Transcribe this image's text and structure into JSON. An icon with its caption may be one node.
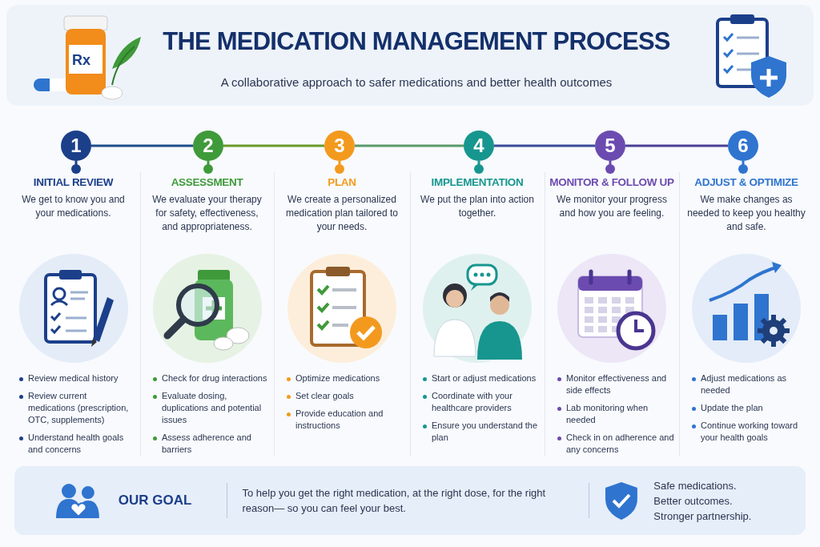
{
  "diagram": {
    "title": "THE MEDICATION MANAGEMENT PROCESS",
    "nodes": [
      {
        "text": [
          "1"
        ]
      },
      {
        "text": [
          "2"
        ]
      },
      {
        "text": [
          "3"
        ]
      },
      {
        "text": [
          "4"
        ]
      },
      {
        "text": [
          "5"
        ]
      },
      {
        "text": [
          "6"
        ]
      },
      {
        "text": [
          "INITIAL REVIEW",
          "We get to know you and your medications.",
          "Review medical history",
          "Review current medications (prescription, OTC, supplements)",
          "Understand health goals and concerns"
        ]
      },
      {
        "text": [
          "ASSESSMENT",
          "We evaluate your therapy for safety, effectiveness, and appropriateness.",
          "Check for drug interactions",
          "Evaluate dosing, duplications and potential issues",
          "Assess adherence and barriers"
        ]
      },
      {
        "text": [
          "PLAN",
          "We create a personalized medication plan tailored to your needs.",
          "Optimize medications",
          "Set clear goals",
          "Provide education and instructions"
        ]
      },
      {
        "text": [
          "IMPLEMENTATION",
          "We put the plan into action together.",
          "Start or adjust medications",
          "Coordinate with your healthcare providers",
          "Ensure you understand the plan"
        ]
      },
      {
        "text": [
          "MONITOR & FOLLOW UP",
          "We monitor your progress and how you are feeling.",
          "Monitor effectiveness and side effects",
          "Lab monitoring when needed",
          "Check in on adherence and any concerns"
        ]
      },
      {
        "text": [
          "ADJUST & OPTIMIZE",
          "We make changes as needed to keep you healthy and safe.",
          "Adjust medications as needed",
          "Update the plan",
          "Continue working toward your health goals"
        ]
      },
      {
        "text": [
          "OUR GOAL",
          "To help you get the right medication, at the right dose, for the right reason— so you can feel your best.",
          "Safe medications. Better outcomes. Stronger partnership."
        ]
      }
    ],
    "edges": [
      {
        "from": 0,
        "to": 1,
        "arrow": "none",
        "color": "#1f4e8c"
      },
      {
        "from": 1,
        "to": 2,
        "arrow": "none",
        "color": "#6a9a2a"
      },
      {
        "from": 2,
        "to": 3,
        "arrow": "none",
        "color": "#5a9a6a"
      },
      {
        "from": 3,
        "to": 4,
        "arrow": "none",
        "color": "#3b4a9a"
      },
      {
        "from": 4,
        "to": 5,
        "arrow": "none",
        "color": "#4a3f96"
      },
      {
        "from": 0,
        "to": 6,
        "arrow": "other",
        "color": "#1c3f8a"
      },
      {
        "from": 1,
        "to": 7,
        "arrow": "other",
        "color": "#3f9a3a"
      },
      {
        "from": 2,
        "to": 8,
        "arrow": "other",
        "color": "#f39a1e"
      },
      {
        "from": 3,
        "to": 9,
        "arrow": "other",
        "color": "#17968f"
      },
      {
        "from": 4,
        "to": 10,
        "arrow": "other",
        "color": "#6c4bb0"
      },
      {
        "from": 5,
        "to": 11,
        "arrow": "other",
        "color": "#2f74cf"
      }
    ],
    "labels": [
      "A collaborative approach to safer medications and better health outcomes",
      "Rx"
    ]
  }
}
